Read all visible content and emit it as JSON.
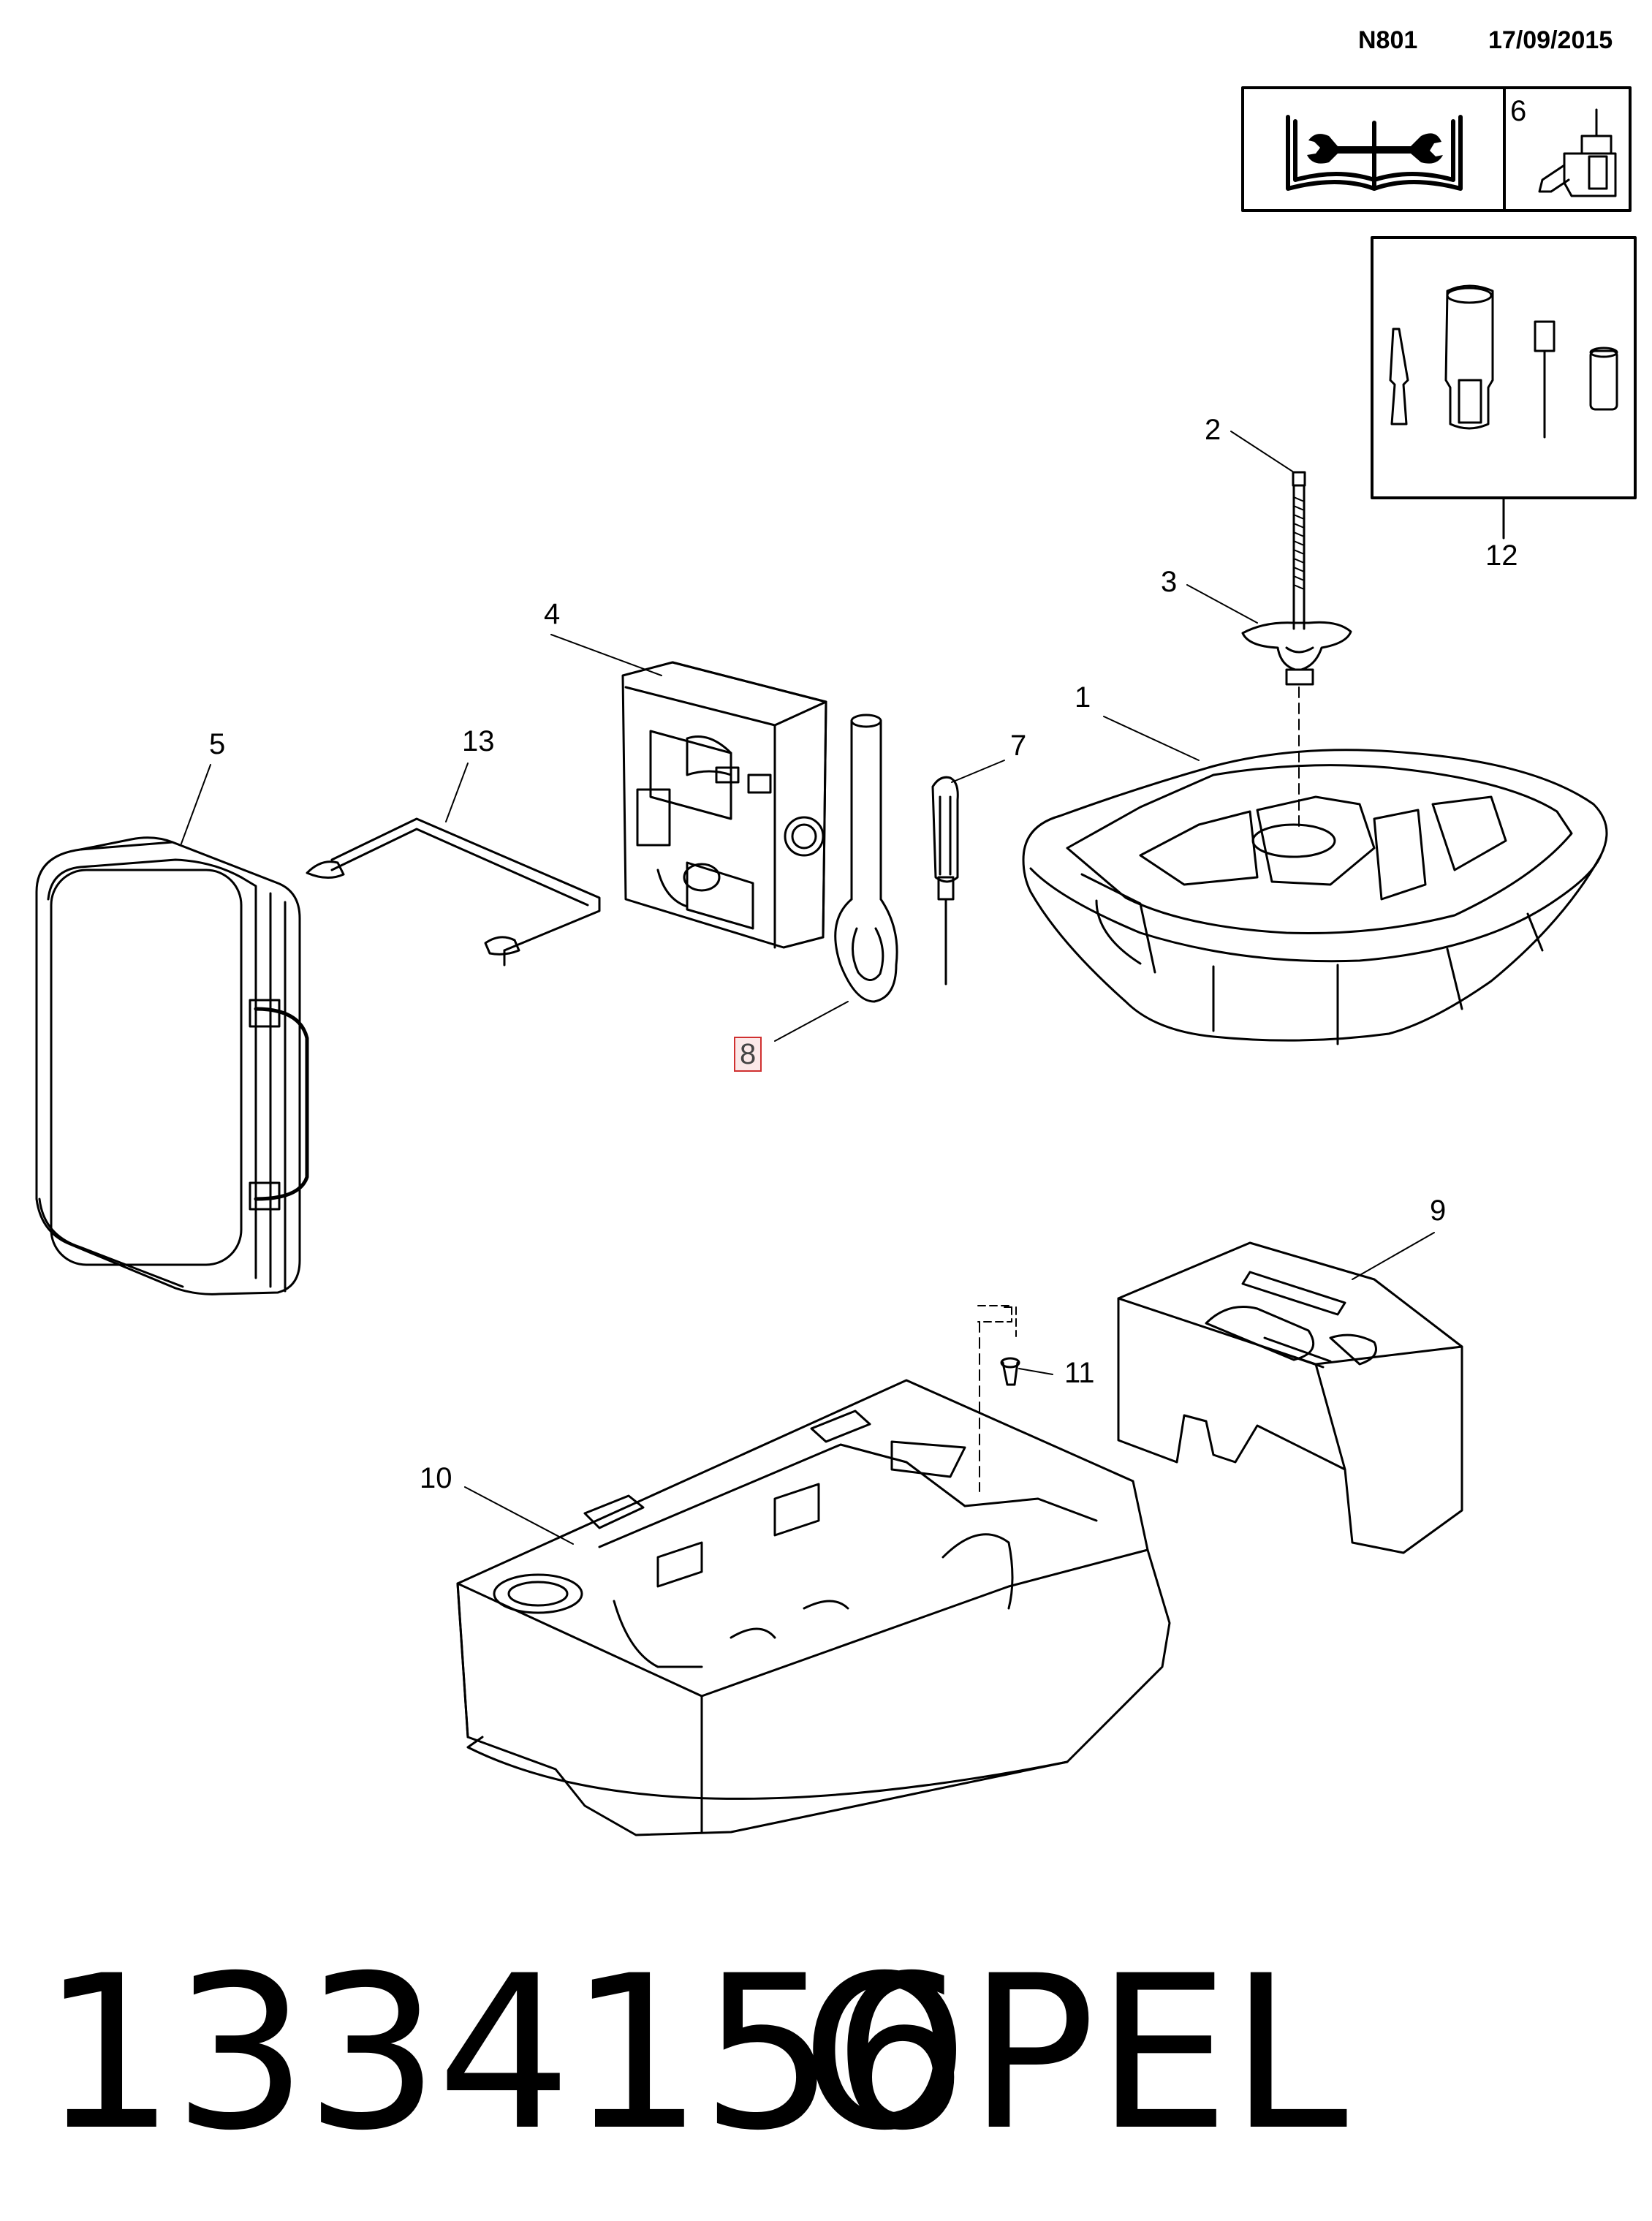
{
  "header": {
    "code": "N801",
    "date": "17/09/2015"
  },
  "callouts": {
    "c1": "1",
    "c2": "2",
    "c3": "3",
    "c4": "4",
    "c5": "5",
    "c6": "6",
    "c7": "7",
    "c8": "8",
    "c9": "9",
    "c10": "10",
    "c11": "11",
    "c12": "12",
    "c13": "13"
  },
  "footer": {
    "part_number": "1334156",
    "brand": "OPEL"
  },
  "colors": {
    "line": "#000000",
    "highlight_border": "#d03030",
    "highlight_fill": "#fbe9e9"
  },
  "icons": [
    "manual-book-wrench-icon",
    "valve-tool-icon"
  ]
}
